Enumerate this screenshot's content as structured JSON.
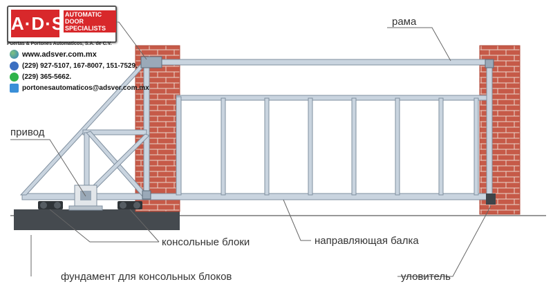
{
  "logo": {
    "brand": "A·D·S",
    "words": [
      "AUTOMATIC",
      "DOOR",
      "SPECIALISTS"
    ],
    "tagline": "Puertas & Portones Automaticos, S.A. de C.V."
  },
  "contacts": [
    {
      "icon": "globe-icon",
      "text": "www.adsver.com.mx"
    },
    {
      "icon": "phone-icon",
      "text": "(229) 927-5107, 167-8007, 151-7529."
    },
    {
      "icon": "whatsapp-icon",
      "text": "(229) 365-5662."
    },
    {
      "icon": "email-icon",
      "text": "portonesautomaticos@adsver.com.mx"
    }
  ],
  "labels": {
    "frame": "рама",
    "drive": "привод",
    "cantilever_blocks": "консольные блоки",
    "guide_beam": "направляющая балка",
    "foundation": "фундамент для консольных блоков",
    "catcher": "уловитель"
  },
  "colors": {
    "brick": "#c65a48",
    "mortar": "#e9d6cc",
    "steel": "#c9d4df",
    "steel_edge": "#7f8f9f",
    "foundation": "#454a4f",
    "brand_red": "#d8282b"
  }
}
